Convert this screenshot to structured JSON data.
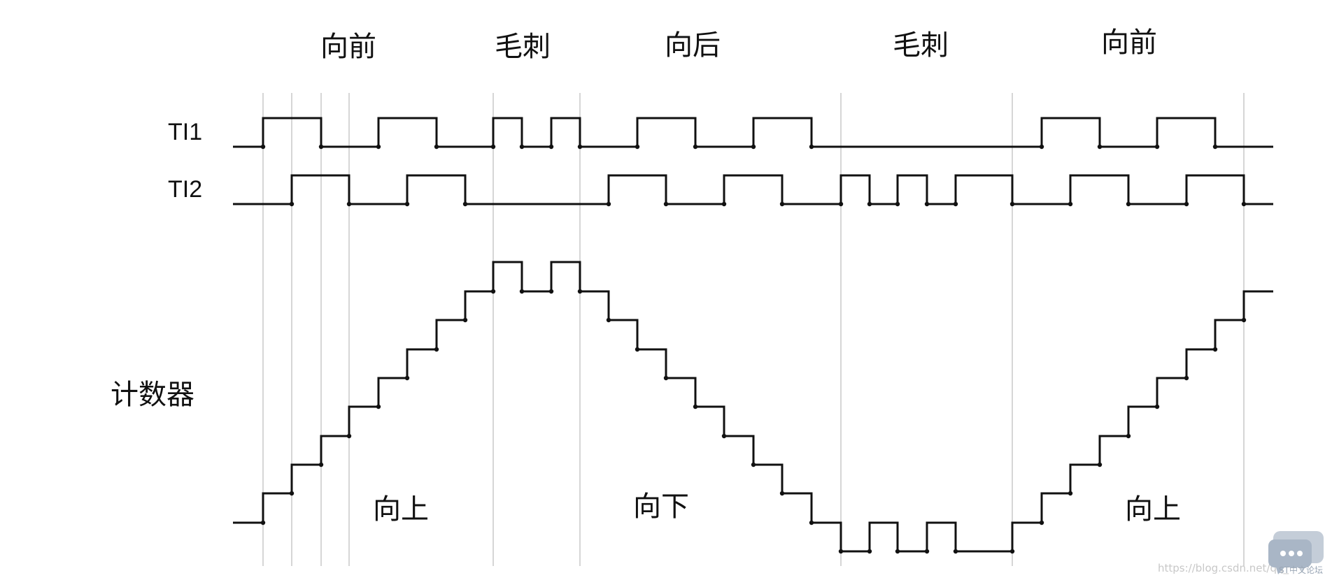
{
  "phase_labels": [
    "向前",
    "毛刺",
    "向后",
    "毛刺",
    "向前"
  ],
  "signal_labels": {
    "ti1": "TI1",
    "ti2": "TI2"
  },
  "counter_label": "计数器",
  "direction_labels": [
    "向上",
    "向下",
    "向上"
  ],
  "watermark": {
    "url": "https://blog.csdn.net/qq_",
    "brand": "ST中文论坛"
  },
  "colors": {
    "wave": "#111111",
    "guide": "#c8c8c8",
    "watermark_icon": "#b7c2cf"
  }
}
